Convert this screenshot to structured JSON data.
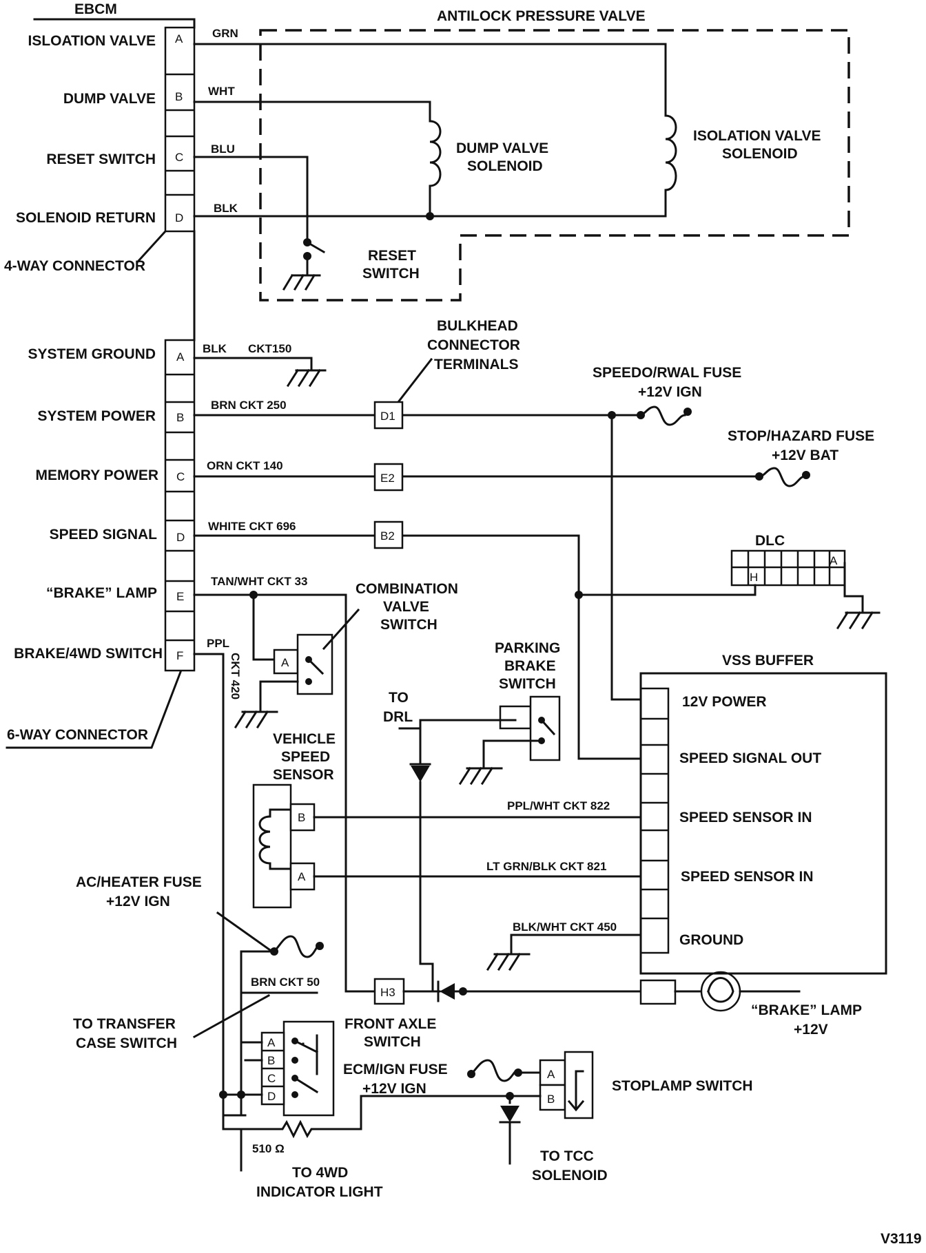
{
  "labels": {
    "ebcm": "EBCM",
    "antilock_valve": "ANTILOCK PRESSURE VALVE",
    "isolation_valve": "ISLOATION VALVE",
    "dump_valve": "DUMP VALVE",
    "reset_switch": "RESET SWITCH",
    "solenoid_return": "SOLENOID RETURN",
    "four_way": "4-WAY CONNECTOR",
    "dump_solenoid_1": "DUMP VALVE",
    "dump_solenoid_2": "SOLENOID",
    "iso_solenoid_1": "ISOLATION VALVE",
    "iso_solenoid_2": "SOLENOID",
    "reset_1": "RESET",
    "reset_2": "SWITCH",
    "system_ground": "SYSTEM GROUND",
    "system_power": "SYSTEM POWER",
    "memory_power": "MEMORY POWER",
    "speed_signal": "SPEED SIGNAL",
    "brake_lamp": "“BRAKE” LAMP",
    "brake_4wd": "BRAKE/4WD SWITCH",
    "six_way": "6-WAY CONNECTOR",
    "bulkhead_1": "BULKHEAD",
    "bulkhead_2": "CONNECTOR",
    "bulkhead_3": "TERMINALS",
    "speedo_fuse_1": "SPEEDO/RWAL FUSE",
    "speedo_fuse_2": "+12V IGN",
    "stop_fuse_1": "STOP/HAZARD FUSE",
    "stop_fuse_2": "+12V BAT",
    "dlc": "DLC",
    "combo_1": "COMBINATION",
    "combo_2": "VALVE",
    "combo_3": "SWITCH",
    "parking_1": "PARKING",
    "parking_2": "BRAKE",
    "parking_3": "SWITCH",
    "to_drl_1": "TO",
    "to_drl_2": "DRL",
    "vss_buffer": "VSS BUFFER",
    "vss_12v": "12V POWER",
    "vss_out": "SPEED SIGNAL OUT",
    "vss_in1": "SPEED SENSOR IN",
    "vss_in2": "SPEED SENSOR IN",
    "vss_gnd": "GROUND",
    "vehicle_1": "VEHICLE",
    "vehicle_2": "SPEED",
    "vehicle_3": "SENSOR",
    "ac_fuse_1": "AC/HEATER FUSE",
    "ac_fuse_2": "+12V IGN",
    "transfer_1": "TO TRANSFER",
    "transfer_2": "CASE SWITCH",
    "front_axle_1": "FRONT AXLE",
    "front_axle_2": "SWITCH",
    "ecm_fuse_1": "ECM/IGN FUSE",
    "ecm_fuse_2": "+12V IGN",
    "stoplamp": "STOPLAMP SWITCH",
    "brake_lamp_1": "“BRAKE” LAMP",
    "brake_lamp_2": "+12V",
    "to_tcc_1": "TO TCC",
    "to_tcc_2": "SOLENOID",
    "resistor": "510 Ω",
    "to_4wd_1": "TO 4WD",
    "to_4wd_2": "INDICATOR LIGHT",
    "fig_id": "V3119"
  },
  "wires": {
    "grn": "GRN",
    "wht": "WHT",
    "blu": "BLU",
    "blk": "BLK",
    "blk150": "BLK",
    "ckt150": "CKT150",
    "brn250": "BRN CKT 250",
    "orn140": "ORN CKT 140",
    "white696": "WHITE  CKT  696",
    "tan33": "TAN/WHT CKT 33",
    "ppl": "PPL",
    "ckt420": "CKT 420",
    "ppl822": "PPL/WHT CKT 822",
    "ltgrn821": "LT GRN/BLK CKT  821",
    "blk450": "BLK/WHT CKT 450",
    "brn50": "BRN CKT 50"
  },
  "pins": {
    "c4": [
      "A",
      "B",
      "C",
      "D"
    ],
    "c6": [
      "A",
      "B",
      "C",
      "D",
      "E",
      "F"
    ],
    "bulkhead": [
      "D1",
      "E2",
      "B2",
      "H3"
    ],
    "dlc": [
      "A",
      "H"
    ],
    "vss": [
      "B",
      "A"
    ],
    "combo": "A",
    "front_axle": [
      "A",
      "B",
      "C",
      "D"
    ],
    "stoplamp": [
      "A",
      "B"
    ]
  }
}
